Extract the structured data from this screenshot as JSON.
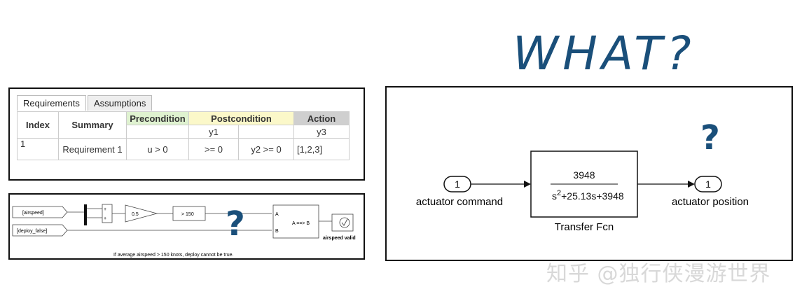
{
  "heading": "WHAT?",
  "requirements_panel": {
    "tabs": [
      "Requirements",
      "Assumptions"
    ],
    "headers": {
      "index": "Index",
      "summary": "Summary",
      "precondition": "Precondition",
      "postcondition": "Postcondition",
      "action": "Action",
      "y1": "y1",
      "y3": "y3"
    },
    "row": {
      "index": "1",
      "summary": "Requirement 1",
      "pre": "u > 0",
      "post_y1": ">= 0",
      "post_y2": "y2 >= 0",
      "action": "[1,2,3]"
    }
  },
  "block_panel": {
    "airspeed": "[airspeed]",
    "deploy": "[deploy_false]",
    "plus1": "+",
    "plus2": "+",
    "gain": "0.5",
    "compare": "> 150",
    "question": "?",
    "in_a": "A",
    "in_b": "B",
    "implies": "A ==> B",
    "valid": "airspeed valid",
    "caption": "If average airspeed > 150 knots, deploy cannot be true."
  },
  "tf_panel": {
    "in_port": "1",
    "in_label": "actuator command",
    "numerator": "3948",
    "den_s": "s",
    "den_exp": "2",
    "den_rest": "+25.13s+3948",
    "block_label": "Transfer Fcn",
    "out_port": "1",
    "out_label": "actuator position",
    "question": "?"
  },
  "watermark": "知乎 @独行侠漫游世界",
  "colors": {
    "accent_blue": "#1a4f7a",
    "precondition": "#dff2d0",
    "postcondition": "#fbf8c9",
    "action": "#cfcfcf"
  }
}
